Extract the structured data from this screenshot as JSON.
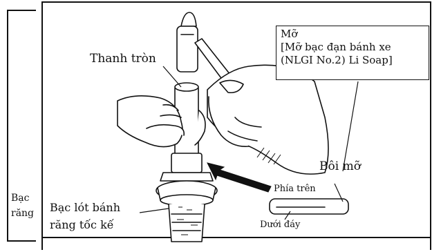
{
  "labels": {
    "round_bar": "Thanh tròn",
    "grease_title": "Mỡ",
    "grease_line1": "[Mỡ bạc đạn bánh xe",
    "grease_line2": "(NLGI No.2) Li Soap]",
    "apply_grease": "Bôi mỡ",
    "top_side": "Phía trên",
    "bottom_side": "Dưới đáy",
    "bushing_line1": "Bạc lót bánh",
    "bushing_line2": "răng tốc kế",
    "cut_line1": "Bạc",
    "cut_line2": "răng"
  },
  "icons": [
    "hammer-icon",
    "hand-icon",
    "round-bar-icon",
    "speedometer-gear-icon",
    "bushing-icon",
    "arrow-icon"
  ]
}
